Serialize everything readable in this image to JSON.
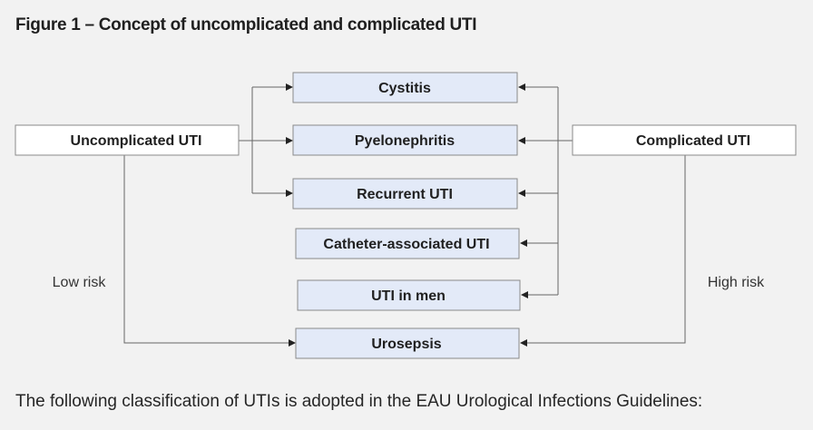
{
  "figure": {
    "title": "Figure 1 – Concept of uncomplicated and complicated UTI"
  },
  "diagram": {
    "left_box": "Uncomplicated UTI",
    "right_box": "Complicated UTI",
    "conditions": {
      "cystitis": "Cystitis",
      "pyelonephritis": "Pyelonephritis",
      "recurrent": "Recurrent UTI",
      "catheter": "Catheter-associated UTI",
      "men": "UTI in men",
      "urosepsis": "Urosepsis"
    },
    "low_risk": "Low risk",
    "high_risk": "High risk"
  },
  "caption": "The following classification of UTIs is adopted in the EAU Urological Infections Guidelines:",
  "colors": {
    "condition_fill": "#e3eaf8",
    "side_box_fill": "#ffffff",
    "line": "#666666",
    "page_background": "#f2f2f2"
  }
}
